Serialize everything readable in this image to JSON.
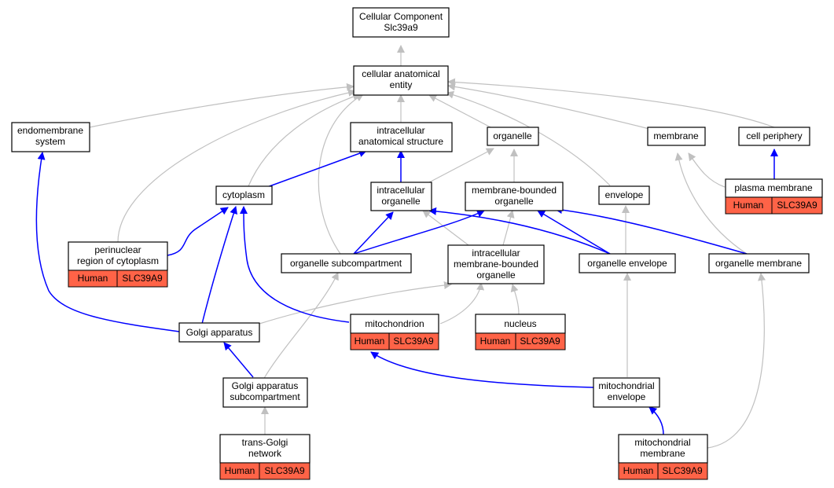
{
  "colors": {
    "annotation_fill": "#ff6347",
    "is_a_edge": "#c0c0c0",
    "part_of_edge": "#0000ff"
  },
  "nodes": {
    "root": {
      "line1": "Cellular Component",
      "line2": "Slc39a9"
    },
    "cae": {
      "line1": "cellular anatomical",
      "line2": "entity"
    },
    "endo": {
      "line1": "endomembrane",
      "line2": "system"
    },
    "ias": {
      "line1": "intracellular",
      "line2": "anatomical structure"
    },
    "organelle": {
      "line1": "organelle"
    },
    "membrane": {
      "line1": "membrane"
    },
    "periphery": {
      "line1": "cell periphery"
    },
    "cytoplasm": {
      "line1": "cytoplasm"
    },
    "ico": {
      "line1": "intracellular",
      "line2": "organelle"
    },
    "mbo": {
      "line1": "membrane-bounded",
      "line2": "organelle"
    },
    "envelope": {
      "line1": "envelope"
    },
    "plasma": {
      "line1": "plasma membrane",
      "species": "Human",
      "gene": "SLC39A9"
    },
    "perinuclear": {
      "line1": "perinuclear",
      "line2": "region of cytoplasm",
      "species": "Human",
      "gene": "SLC39A9"
    },
    "subcomp": {
      "line1": "organelle subcompartment"
    },
    "imbo": {
      "line1": "intracellular",
      "line2": "membrane-bounded",
      "line3": "organelle"
    },
    "orgenv": {
      "line1": "organelle envelope"
    },
    "orgmem": {
      "line1": "organelle membrane"
    },
    "golgi": {
      "line1": "Golgi apparatus"
    },
    "mito": {
      "line1": "mitochondrion",
      "species": "Human",
      "gene": "SLC39A9"
    },
    "nucleus": {
      "line1": "nucleus",
      "species": "Human",
      "gene": "SLC39A9"
    },
    "golgisub": {
      "line1": "Golgi apparatus",
      "line2": "subcompartment"
    },
    "mitoenv": {
      "line1": "mitochondrial",
      "line2": "envelope"
    },
    "tgn": {
      "line1": "trans-Golgi",
      "line2": "network",
      "species": "Human",
      "gene": "SLC39A9"
    },
    "mitomem": {
      "line1": "mitochondrial",
      "line2": "membrane",
      "species": "Human",
      "gene": "SLC39A9"
    }
  }
}
